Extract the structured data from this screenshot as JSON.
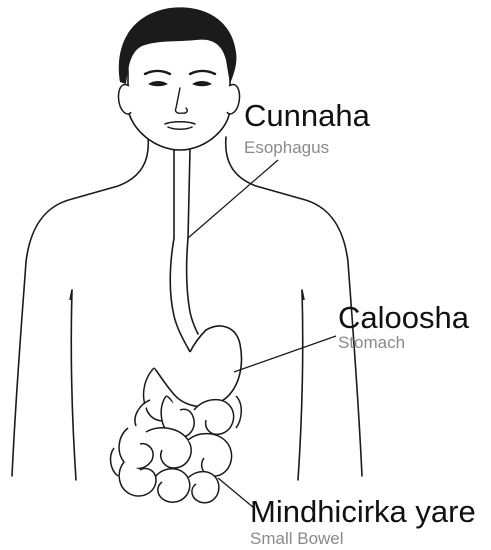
{
  "labels": {
    "esophagus": {
      "primary": "Cunnaha",
      "secondary": "Esophagus"
    },
    "stomach": {
      "primary": "Caloosha",
      "secondary": "Stomach"
    },
    "small_bowel": {
      "primary": "Mindhicirka yare",
      "secondary": "Small Bowel"
    }
  },
  "colors": {
    "outline": "#1a1a1a",
    "hair": "#1b1b1b",
    "skin": "#ffffff",
    "primary_text": "#111111",
    "secondary_text": "#8a8a8a"
  }
}
